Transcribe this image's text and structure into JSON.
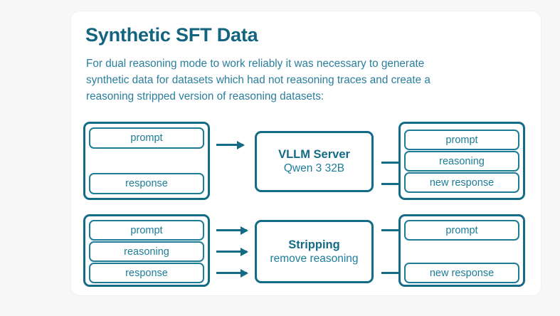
{
  "page": {
    "background_color": "#f7f7f8",
    "card_background": "#ffffff"
  },
  "colors": {
    "title_teal": "#13647f",
    "body_teal": "#2a7e9c",
    "stroke_dark": "#136b86",
    "stroke_light": "#1d7d99"
  },
  "slide": {
    "title": "Synthetic SFT Data",
    "paragraph_lines": [
      "For dual reasoning mode to work reliably it was necessary to generate",
      "synthetic data for datasets which had not reasoning traces and create a",
      "reasoning stripped version of reasoning datasets:"
    ]
  },
  "diagram": {
    "rows": [
      {
        "id": "generation-row",
        "input_group": {
          "label": "input-dataset",
          "cells": [
            "prompt",
            "response"
          ]
        },
        "process": {
          "title": "VLLM Server",
          "subtitle": "Qwen 3 32B"
        },
        "output_group": {
          "label": "output-dataset",
          "cells": [
            "prompt",
            "reasoning",
            "new response"
          ]
        },
        "arrows_in": 1,
        "arrows_out": 2
      },
      {
        "id": "stripping-row",
        "input_group": {
          "label": "input-dataset",
          "cells": [
            "prompt",
            "reasoning",
            "response"
          ]
        },
        "process": {
          "title": "Stripping",
          "subtitle": "remove reasoning"
        },
        "output_group": {
          "label": "output-dataset",
          "cells": [
            "prompt",
            "new response"
          ]
        },
        "arrows_in": 3,
        "arrows_out": 2
      }
    ]
  }
}
